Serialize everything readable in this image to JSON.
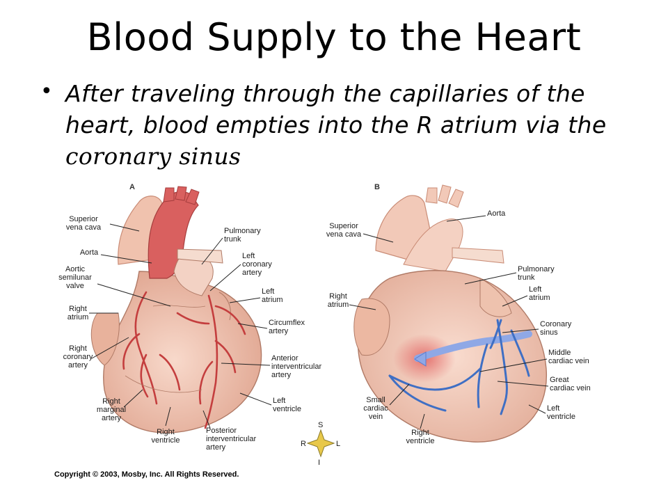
{
  "slide": {
    "title": "Blood Supply to the Heart",
    "bullet_main": "After traveling through the capillaries of the heart, blood empties into the R atrium via the ",
    "bullet_emphasis": "coronary sinus"
  },
  "figure": {
    "panel_a_label": "A",
    "panel_b_label": "B",
    "panel_a_labels": [
      [
        "Superior",
        "vena cava"
      ],
      [
        "Aorta"
      ],
      [
        "Aortic",
        "semilunar",
        "valve"
      ],
      [
        "Right",
        "atrium"
      ],
      [
        "Right",
        "coronary",
        "artery"
      ],
      [
        "Right",
        "marginal",
        "artery"
      ],
      [
        "Right",
        "ventricle"
      ],
      [
        "Pulmonary",
        "trunk"
      ],
      [
        "Left",
        "coronary",
        "artery"
      ],
      [
        "Left",
        "atrium"
      ],
      [
        "Circumflex",
        "artery"
      ],
      [
        "Anterior",
        "interventricular",
        "artery"
      ],
      [
        "Left",
        "ventricle"
      ],
      [
        "Posterior",
        "interventricular",
        "artery"
      ]
    ],
    "panel_b_labels": [
      [
        "Superior",
        "vena cava"
      ],
      [
        "Aorta"
      ],
      [
        "Pulmonary",
        "trunk"
      ],
      [
        "Left",
        "atrium"
      ],
      [
        "Right",
        "atrium"
      ],
      [
        "Coronary",
        "sinus"
      ],
      [
        "Middle",
        "cardiac vein"
      ],
      [
        "Great",
        "cardiac vein"
      ],
      [
        "Left",
        "ventricle"
      ],
      [
        "Small",
        "cardiac",
        "vein"
      ],
      [
        "Right",
        "ventricle"
      ]
    ],
    "compass": {
      "north": "S",
      "south": "I",
      "west": "R",
      "east": "L"
    },
    "copyright": "Copyright © 2003, Mosby, Inc. All Rights Reserved."
  },
  "colors": {
    "heart_tissue": "#f2c6b4",
    "heart_shadow": "#dc9f88",
    "artery_red": "#c94a4a",
    "aorta_red": "#d9605f",
    "vein_blue": "#3f6fc4",
    "vein_light": "#8fa8e6",
    "compass_gold": "#e8c84a"
  }
}
